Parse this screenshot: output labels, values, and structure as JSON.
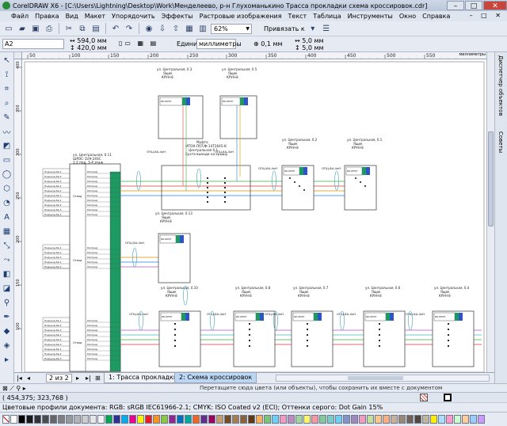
{
  "window": {
    "title": "CorelDRAW X6 - [C:\\Users\\Lightning\\Desktop\\Work\\Менделеево, р-н Глухоманькино Трасса прокладки схема кроссировок.cdr]",
    "minimize": "–",
    "maximize": "□",
    "close": "✕"
  },
  "menu": {
    "items": [
      "Файл",
      "Правка",
      "Вид",
      "Макет",
      "Упорядочить",
      "Эффекты",
      "Растровые изображения",
      "Текст",
      "Таблица",
      "Инструменты",
      "Окно",
      "Справка"
    ],
    "doc_controls": "– □ ✕"
  },
  "toolbar": {
    "zoom": "62%",
    "snap_label": "Привязать к"
  },
  "property_bar": {
    "page_size": "A2",
    "width": "594,0 мм",
    "height": "420,0 мм",
    "units_label": "Единицы:",
    "units_value": "миллиметры",
    "nudge": "0,1 мм",
    "dup_x": "5,0 мм",
    "dup_y": "5,0 мм"
  },
  "rulers": {
    "unit": "миллиметры",
    "h_ticks": [
      "50",
      "100",
      "150",
      "200",
      "250",
      "300",
      "350",
      "400",
      "450",
      "500",
      "550"
    ],
    "v_ticks": [
      "400",
      "350",
      "300",
      "250",
      "200",
      "150",
      "100"
    ]
  },
  "dockers": {
    "tab1": "Диспетчер объектов",
    "tab2": "Советы"
  },
  "drawing": {
    "wells": [
      {
        "name": "ул. Центральная, 0.3",
        "sub": "Ящик",
        "model": "КРУН-8"
      },
      {
        "name": "ул. Центральная, 0.5",
        "sub": "Ящик",
        "model": "КРУН-8"
      },
      {
        "name": "ул. Центральная, 0.2",
        "sub": "Ящик",
        "model": "КРУН-8"
      },
      {
        "name": "ул. Центральная, 0.1",
        "sub": "Ящик",
        "model": "КРУН-8"
      },
      {
        "name": "ул. Центральная, 0.13",
        "sub": "Ящик",
        "model": "КРУН-8"
      },
      {
        "name": "ул. Центральная, 0.10",
        "sub": "Ящик",
        "model": "КРУН-8"
      },
      {
        "name": "ул. Центральная, 0.8",
        "sub": "Ящик",
        "model": "КРУН-8"
      },
      {
        "name": "ул. Центральная, 0.7",
        "sub": "Ящик",
        "model": "КРУН-8"
      },
      {
        "name": "ул. Центральная, 0.6",
        "sub": "Ящик",
        "model": "КРУН-8"
      },
      {
        "name": "ул. Центральная, 0.4",
        "sub": "Ящик",
        "model": "КРУН-8"
      }
    ],
    "main_station": {
      "name": "ул. Центральная, 0.11",
      "l2": "ШРОС-1U9-24SC",
      "l3": "1-2 под. 3-4 этаж"
    },
    "coupling": {
      "l1": "Муфта",
      "l2": "МТОК-П07/Ф-14Т2645-К",
      "l3": "Центральная 0.1",
      "l4": "Бухта выхода на крышу"
    },
    "cable_label": "ОПЦ-8А-4кН",
    "side_labels": [
      "Подъезд.Кв.1",
      "Подъезд.Кв.2",
      "Подъезд.Кв.3"
    ],
    "drop_label": "Отвод",
    "port_label": "Распред",
    "box_header": "ЯК-КРУН"
  },
  "page_tabs": {
    "count": "2 из 2",
    "tab1": "1: Трасса прокладки",
    "tab2": "2: Схема кроссировок"
  },
  "hint": "Перетащите сюда цвета (или объекты), чтобы сохранить их вместе с документом",
  "status": {
    "coords": "( 454,375; 323,768 )",
    "fill_none": "",
    "outline_none": ""
  },
  "profile": "Цветовые профили документа: RGB: sRGB IEC61966-2.1; CMYK: ISO Coated v2 (ECI); Оттенки серого: Dot Gain 15%",
  "palette_colors": [
    "#ffffff",
    "#000000",
    "#1a1a1a",
    "#333333",
    "#4d4d4d",
    "#666666",
    "#808080",
    "#999999",
    "#b3b3b3",
    "#cccccc",
    "#e6e6e6",
    "#f2f2f2",
    "#00a651",
    "#2e3192",
    "#00aeef",
    "#ec008c",
    "#fff200",
    "#ed1c24",
    "#f7941d",
    "#8dc63f",
    "#92278f",
    "#0072bc",
    "#00a99d",
    "#f26522",
    "#662d91",
    "#9e005d",
    "#c69c6d",
    "#754c24",
    "#a67c52",
    "#8c6239",
    "#603913",
    "#fbaf5d",
    "#7cc576",
    "#6dcff6",
    "#f49ac2",
    "#bd8cbf",
    "#a3d39c",
    "#fff568",
    "#f6989d",
    "#82ca9c",
    "#7accc8",
    "#6ecff6",
    "#8493ca",
    "#a187be",
    "#f49ac1",
    "#c4df9b",
    "#fdc689",
    "#f9ad81",
    "#c7b299",
    "#998675",
    "#736357",
    "#534741",
    "#c2b59b",
    "#ffee00",
    "#aaddff",
    "#ff99cc",
    "#ccffcc",
    "#ffcc99",
    "#99ccff",
    "#cc99ff"
  ]
}
